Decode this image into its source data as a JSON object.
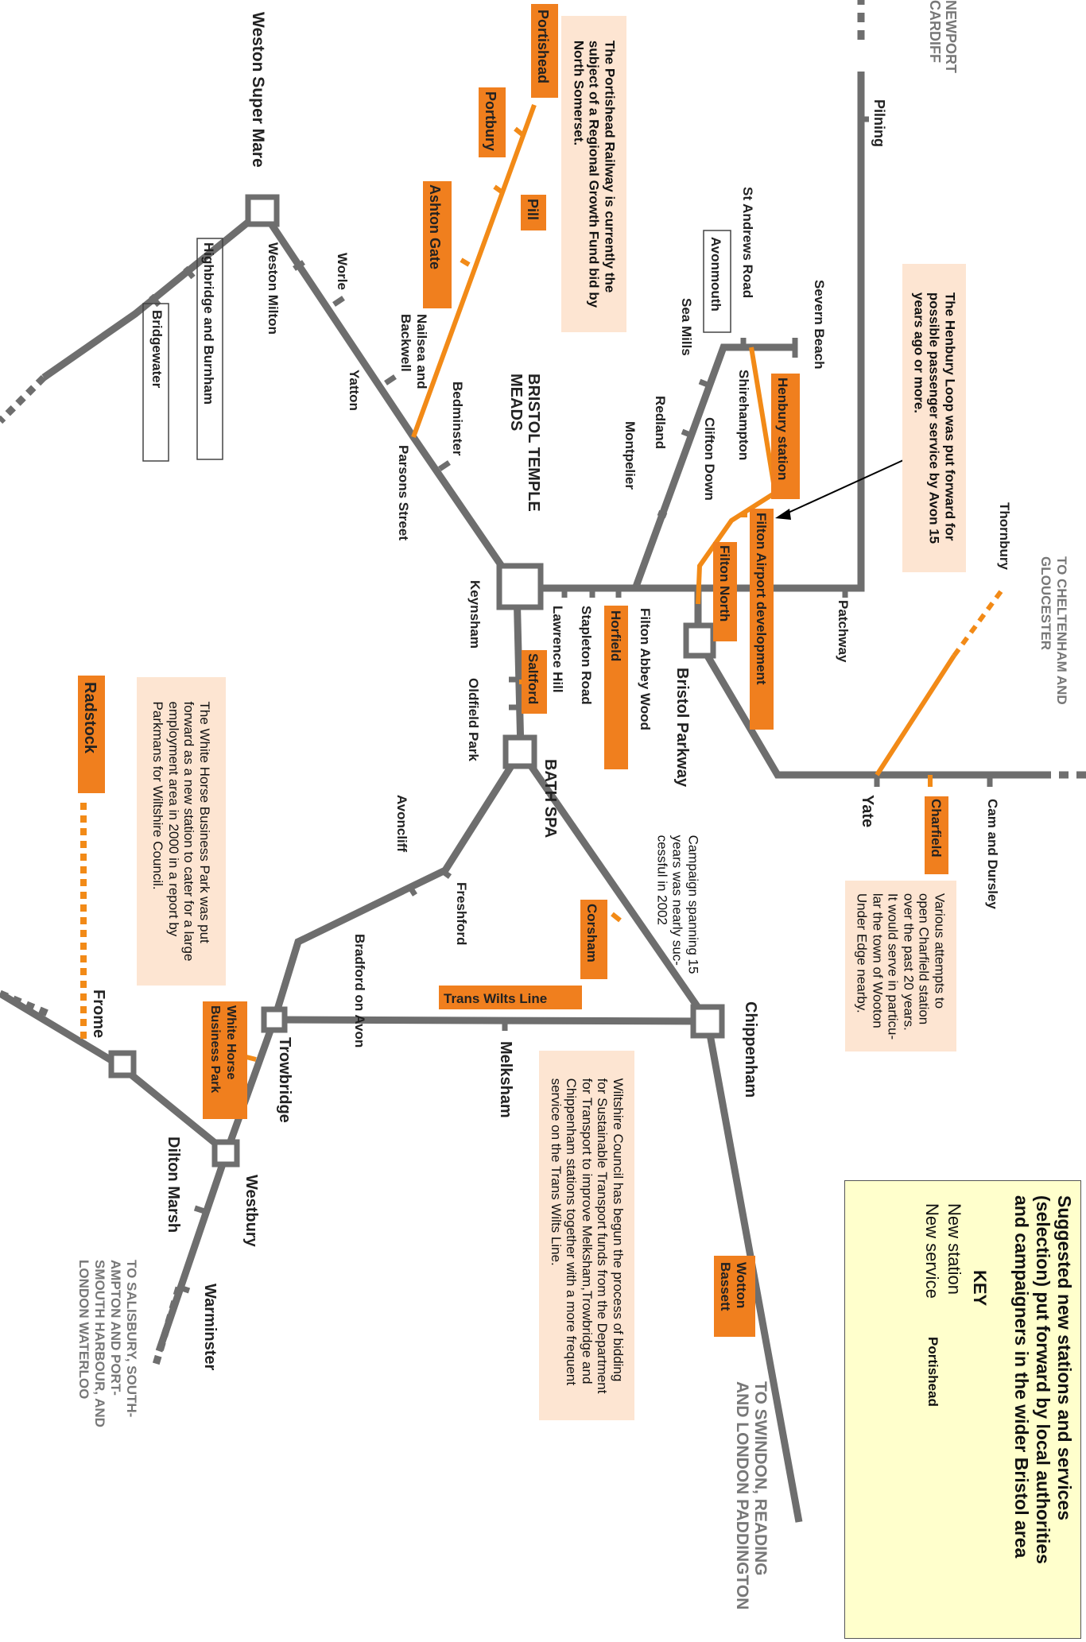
{
  "colors": {
    "existing_line": "#6e6e6e",
    "new_service": "#f28a17",
    "new_station": "#f07f1e",
    "note_bg": "#fde5d2",
    "key_bg": "#ffffcc"
  },
  "map_labels": {
    "newport_cardiff_l1": "NEWPORT",
    "newport_cardiff_l2": "CARDIFF",
    "pilning": "Pilning",
    "portishead": "Portishead",
    "portbury": "Portbury",
    "pill": "Pill",
    "ashton_gate": "Ashton Gate",
    "weston_super_mare": "Weston Super Mare",
    "highbridge": "Highbridge and Burnham",
    "bridgewater": "Bridgewater",
    "weston_milton": "Weston Milton",
    "worle": "Worle",
    "yatton": "Yatton",
    "nailsea_l1": "Nailsea and",
    "nailsea_l2": "Backwell",
    "bedminster": "Bedminster",
    "parsons_street": "Parsons Street",
    "temple_meads_l1": "BRISTOL TEMPLE",
    "temple_meads_l2": "MEADS",
    "st_andrews_road": "St Andrews Road",
    "avonmouth": "Avonmouth",
    "severn_beach": "Severn Beach",
    "sea_mills": "Sea Mills",
    "shirehampton": "Shirehampton",
    "henbury_station": "Henbury station",
    "redland": "Redland",
    "montpelier": "Montpelier",
    "clifton_down": "Clifton Down",
    "filton_airport": "Filton Airport development",
    "filton_north": "Filton North",
    "thornbury": "Thornbury",
    "cheltenham_l1": "TO CHELTENHAM AND",
    "cheltenham_l2": "GLOUCESTER",
    "patchway": "Patchway",
    "keynsham": "Keynsham",
    "lawrence_hill": "Lawrence Hill",
    "stapleton_road": "Stapleton Road",
    "horfield": "Horfield",
    "filton_abbey_wood": "Filton Abbey Wood",
    "bristol_parkway": "Bristol Parkway",
    "saltford": "Saltford",
    "oldfield_park": "Oldfield Park",
    "bath_spa": "BATH SPA",
    "yate": "Yate",
    "charfield": "Charfield",
    "cam_dursley": "Cam and Dursley",
    "radstock": "Radstock",
    "avoncliff": "Avoncliff",
    "freshford": "Freshford",
    "bradford_on_avon": "Bradford on Avon",
    "corsham": "Corsham",
    "trans_wilts": "Trans Wilts Line",
    "chippenham": "Chippenham",
    "melksham": "Melksham",
    "frome": "Frome",
    "white_horse_l1": "White Horse",
    "white_horse_l2": "Business Park",
    "trowbridge": "Trowbridge",
    "dilton_marsh": "Dilton Marsh",
    "westbury": "Westbury",
    "warminster": "Warminster",
    "salisbury_l1": "TO SALISBURY, SOUTH-",
    "salisbury_l2": "AMPTON AND PORT-",
    "salisbury_l3": "SMOUTH HARBOUR, AND",
    "salisbury_l4": "LONDON WATERLOO",
    "wootton_l1": "Wotton",
    "wootton_l2": "Bassett",
    "swindon_l1": "TO SWINDON, READING",
    "swindon_l2": "AND LONDON PADDINGTON"
  },
  "notes": {
    "portishead": [
      "The Portishead Railway is currently the",
      "subject of a Regional Growth Fund bid by",
      "North Somerset."
    ],
    "henbury": [
      "The Henbury Loop was put forward for",
      "possible passenger service by Avon 15",
      "years ago or more."
    ],
    "white_horse": [
      "The White Horse Business Park was put",
      "forward as a new station to cater for a large",
      "employment area in 2000 in a report by",
      "Parkmans for Wiltshire Council."
    ],
    "corsham": [
      "Campaign spanning 15",
      "years was nearly suc-",
      "cessful in 2002"
    ],
    "charfield": [
      "Various attempts to",
      "open Charfield station",
      "over the past 20 years.",
      "It would serve in particu-",
      "lar the town of Wooton",
      "Under Edge nearby."
    ],
    "wiltshire": [
      "Wiltshire Council has begun the process of bidding",
      "for Sustainable Transport funds from the Department",
      "for Transport to improve Melksham,Trowbridge and",
      "Chippenham stations together with a more frequent",
      "service on the Trans Wilts Line."
    ]
  },
  "key": {
    "title_l1": "Suggested new stations and services",
    "title_l2": "(selection) put forward by local authorities",
    "title_l3": "and campaigners in the wider Bristol area",
    "heading": "KEY",
    "new_station": "New station",
    "new_service": "New service",
    "sample_station": "Portishead"
  }
}
